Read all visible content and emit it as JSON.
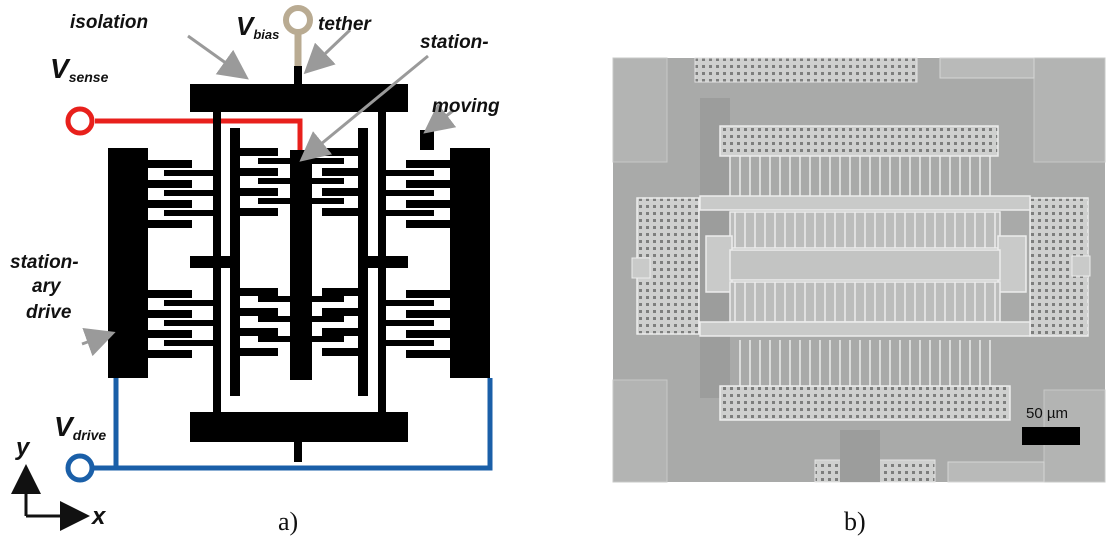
{
  "panel_a": {
    "caption": "a)",
    "labels": {
      "isolation": "isolation",
      "v_bias_main": "V",
      "v_bias_sub": "bias",
      "tether": "tether",
      "stationary_sense_line1": "station-",
      "v_sense_main": "V",
      "v_sense_sub": "sense",
      "moving": "moving",
      "stationary_drive_line1": "station-",
      "stationary_drive_line2": "ary",
      "stationary_drive_line3": "drive",
      "v_drive_main": "V",
      "v_drive_sub": "drive",
      "axis_y": "y",
      "axis_x": "x"
    },
    "colors": {
      "structure": "#000000",
      "sense_wire": "#e8201c",
      "drive_wire": "#1a5fa8",
      "bias_pad": "#b9ab92",
      "arrow": "#9a9a9a"
    }
  },
  "panel_b": {
    "caption": "b)",
    "scale_bar_label": "50 µm",
    "colors": {
      "background": "#a9aaa9",
      "device": "#c9cac9",
      "device_edge": "#ececec",
      "shadow": "#8c8d8c"
    }
  }
}
